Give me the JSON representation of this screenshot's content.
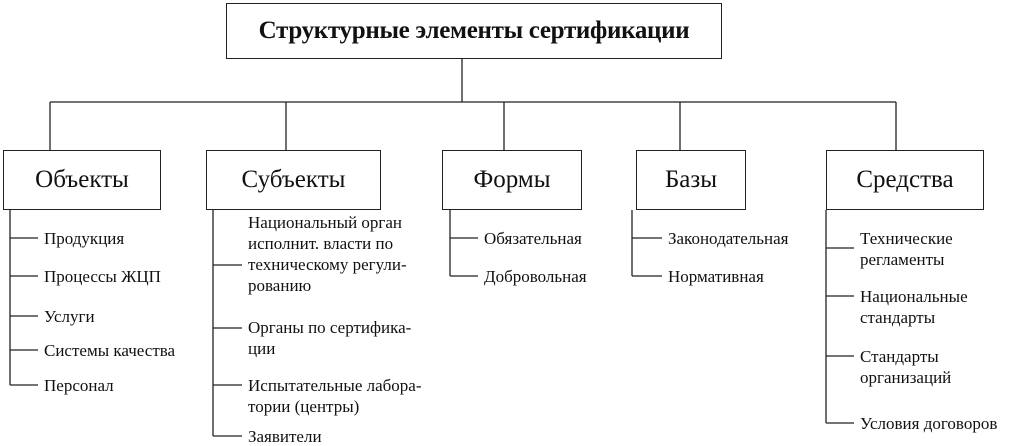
{
  "title": "Структурные элементы сертификации",
  "categories": [
    {
      "label": "Объекты",
      "items": [
        "Продукция",
        "Процессы ЖЦП",
        "Услуги",
        "Системы качества",
        "Персонал"
      ]
    },
    {
      "label": "Субъекты",
      "items": [
        "Национальный орган\nисполнит. власти по\nтехническому регули-\nрованию",
        "Органы по сертифика-\nции",
        "Испытательные лабора-\nтории (центры)",
        "Заявители"
      ]
    },
    {
      "label": "Формы",
      "items": [
        "Обязательная",
        "Добровольная"
      ]
    },
    {
      "label": "Базы",
      "items": [
        "Законодательная",
        "Нормативная"
      ]
    },
    {
      "label": "Средства",
      "items": [
        "Технические\nрегламенты",
        "Национальные\nстандарты",
        "Стандарты\nорганизаций",
        "Условия договоров"
      ]
    }
  ]
}
